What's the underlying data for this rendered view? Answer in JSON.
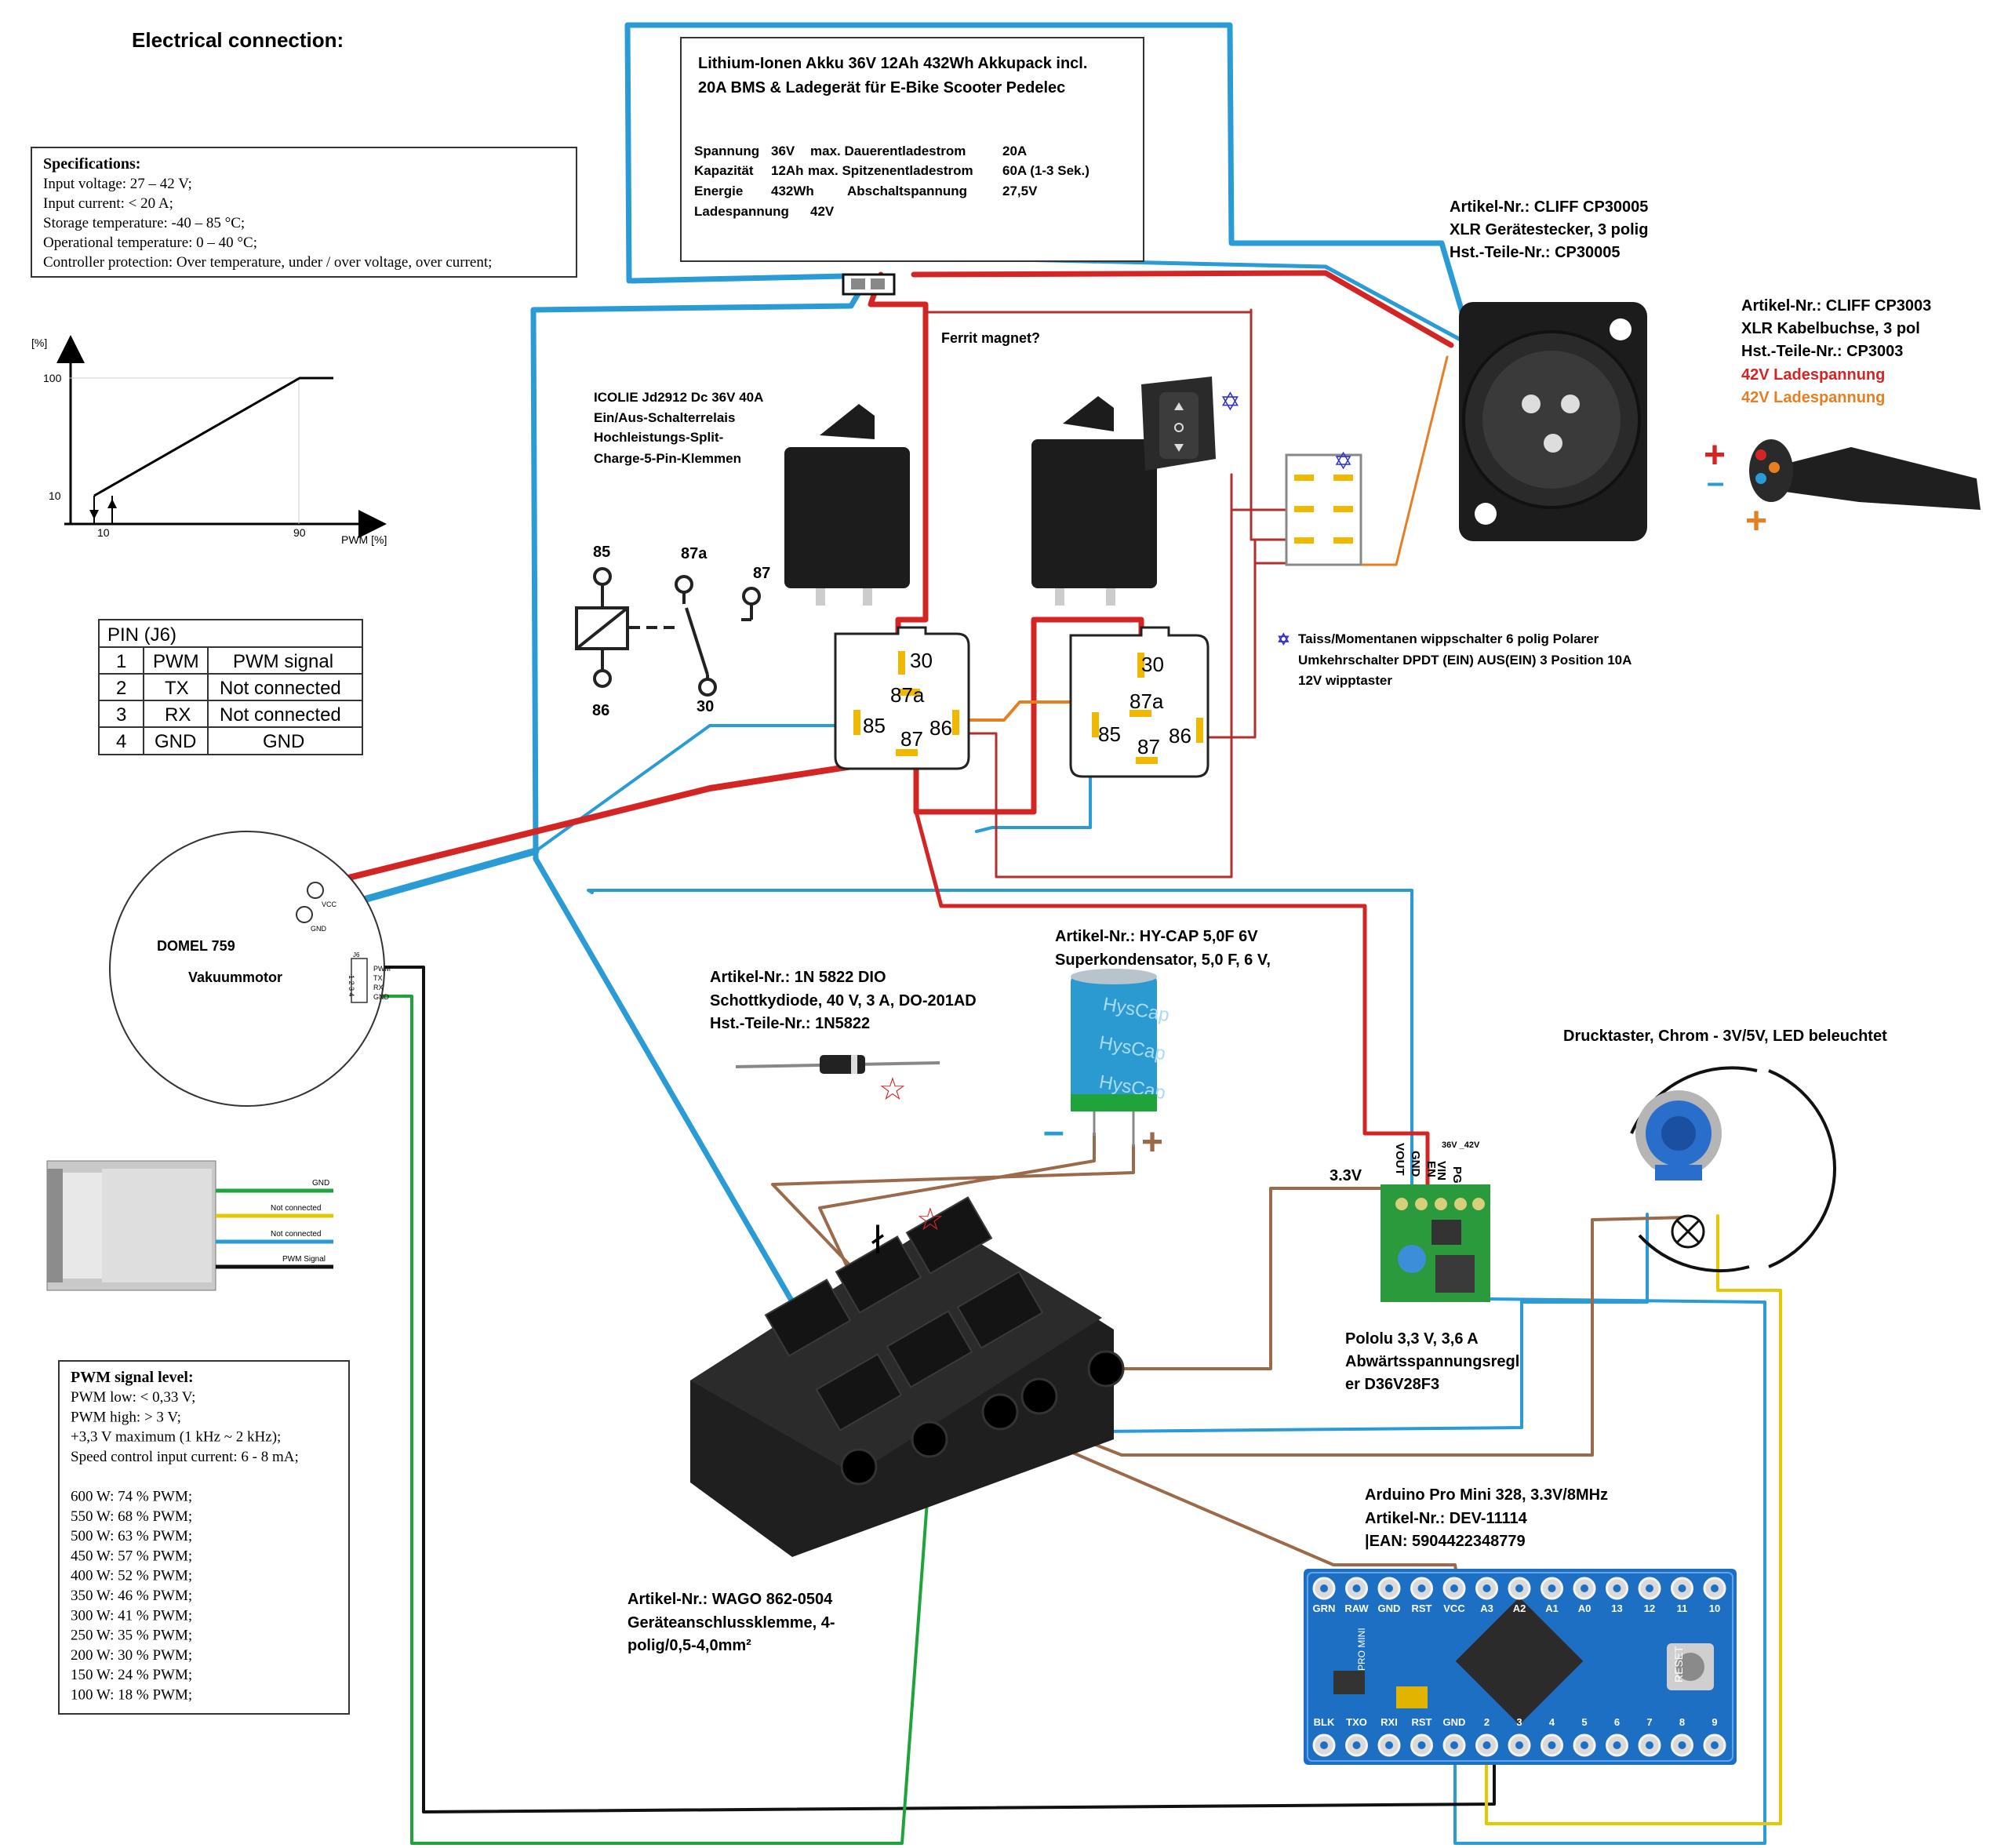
{
  "title": "Electrical connection:",
  "specs": {
    "heading": "Specifications:",
    "lines": [
      "Input voltage: 27 – 42 V;",
      "Input current: < 20 A;",
      "Storage temperature: -40 – 85 °C;",
      "Operational temperature: 0 – 40 °C;",
      "Controller protection: Over temperature, under / over voltage, over current;"
    ]
  },
  "pwm_curve": {
    "y_label": "[%]",
    "x_label": "PWM [%]",
    "y_ticks": [
      "100",
      "10"
    ],
    "x_ticks": [
      "10",
      "90"
    ]
  },
  "pin_table": {
    "header": "PIN (J6)",
    "rows": [
      [
        "1",
        "PWM",
        "PWM signal"
      ],
      [
        "2",
        "TX",
        "Not connected"
      ],
      [
        "3",
        "RX",
        "Not connected"
      ],
      [
        "4",
        "GND",
        "GND"
      ]
    ]
  },
  "cable_labels": [
    "GND",
    "Not connected",
    "Not connected",
    "PWM Signal"
  ],
  "pwm_level": {
    "heading": "PWM signal level:",
    "lines": [
      "PWM low: < 0,33 V;",
      "PWM high: > 3 V;",
      "+3,3 V maximum (1 kHz ~ 2 kHz);",
      "Speed control input current: 6 - 8 mA;",
      "",
      "600 W: 74 % PWM;",
      "550 W: 68 % PWM;",
      "500 W: 63 % PWM;",
      "450 W: 57 % PWM;",
      "400 W: 52 % PWM;",
      "350 W: 46 % PWM;",
      "300 W: 41 % PWM;",
      "250 W: 35 % PWM;",
      "200 W: 30 % PWM;",
      "150 W: 24 % PWM;",
      "100 W: 18 % PWM;"
    ]
  },
  "battery": {
    "title1": "Lithium-Ionen Akku 36V 12Ah 432Wh Akkupack incl.",
    "title2": "20A BMS & Ladegerät für E-Bike Scooter Pedelec",
    "rows": [
      [
        "Spannung",
        "36V",
        "max. Dauerentladestrom",
        "20A"
      ],
      [
        "Kapazität",
        "12Ah",
        "max. Spitzenentladestrom",
        "60A (1-3 Sek.)"
      ],
      [
        "Energie",
        "432Wh",
        "Abschaltspannung",
        "27,5V"
      ],
      [
        "Ladespannung",
        "42V",
        "",
        ""
      ]
    ]
  },
  "xlr_plug": [
    "Artikel-Nr.: CLIFF CP30005",
    "XLR Gerätestecker, 3 polig",
    "Hst.-Teile-Nr.: CP30005"
  ],
  "xlr_socket": {
    "lines": [
      "Artikel-Nr.: CLIFF CP3003",
      "XLR Kabelbuchse, 3 pol",
      "Hst.-Teile-Nr.: CP3003"
    ],
    "red": "42V Ladespannung",
    "orange": "42V Ladespannung",
    "plus": "+",
    "minus": "–"
  },
  "ferrit": "Ferrit magnet?",
  "relay_label": [
    "ICOLIE Jd2912 Dc 36V 40A",
    "Ein/Aus-Schalterrelais",
    "Hochleistungs-Split-",
    "Charge-5-Pin-Klemmen"
  ],
  "relay_schematic": {
    "p85": "85",
    "p87a": "87a",
    "p87": "87",
    "p86": "86",
    "p30": "30"
  },
  "relay_pins": {
    "p30": "30",
    "p87a": "87a",
    "p85": "85",
    "p87": "87",
    "p86": "86"
  },
  "switch_label": [
    "Taiss/Momentanen wippschalter 6 polig Polarer",
    "Umkehrschalter DPDT (EIN) AUS(EIN) 3 Position 10A",
    "12V wipptaster"
  ],
  "motor": {
    "name": "DOMEL 759",
    "desc": "Vakuummotor",
    "vcc": "VCC",
    "gnd": "GND",
    "j6": "J6",
    "pins": [
      "PWM",
      "TX",
      "RX",
      "GND"
    ],
    "nums": "1 2 3 4"
  },
  "diode": [
    "Artikel-Nr.: 1N 5822 DIO",
    "Schottkydiode, 40 V, 3 A, DO-201AD",
    "Hst.-Teile-Nr.: 1N5822"
  ],
  "supercap": {
    "lines": [
      "Artikel-Nr.: HY-CAP 5,0F 6V",
      "Superkondensator, 5,0 F, 6 V,"
    ],
    "brand": "HysCap",
    "plus": "+",
    "minus": "–"
  },
  "pololu": {
    "pins": [
      "VOUT",
      "GND",
      "EN",
      "VIN",
      "PG"
    ],
    "v_in": "36V _42V",
    "v_out": "3.3V",
    "lines": [
      "Pololu 3,3 V, 3,6 A",
      "Abwärtsspannungsregl",
      "er D36V28F3"
    ]
  },
  "button": "Drucktaster, Chrom - 3V/5V, LED beleuchtet",
  "wago": [
    "Artikel-Nr.: WAGO 862-0504",
    "Geräteanschlussklemme, 4-",
    "polig/0,5-4,0mm²"
  ],
  "arduino": {
    "lines": [
      "Arduino Pro Mini 328, 3.3V/8MHz",
      "Artikel-Nr.: DEV-11114",
      "|EAN: 5904422348779"
    ],
    "top_pins": [
      "GRN",
      "RAW",
      "GND",
      "RST",
      "VCC",
      "A3",
      "A2",
      "A1",
      "A0",
      "13",
      "12",
      "11",
      "10"
    ],
    "bottom_pins": [
      "BLK",
      "TXO",
      "RXI",
      "RST",
      "GND",
      "2",
      "3",
      "4",
      "5",
      "6",
      "7",
      "8",
      "9"
    ],
    "board_text": "PRO MINI",
    "reset": "RESET"
  },
  "colors": {
    "red": "#d42525",
    "blue": "#2a9bd4",
    "brown": "#9a6a4a",
    "dark_red": "#b03030",
    "orange": "#e67e22",
    "green": "#1ea43a",
    "black": "#111111",
    "yellow": "#e6c800"
  }
}
